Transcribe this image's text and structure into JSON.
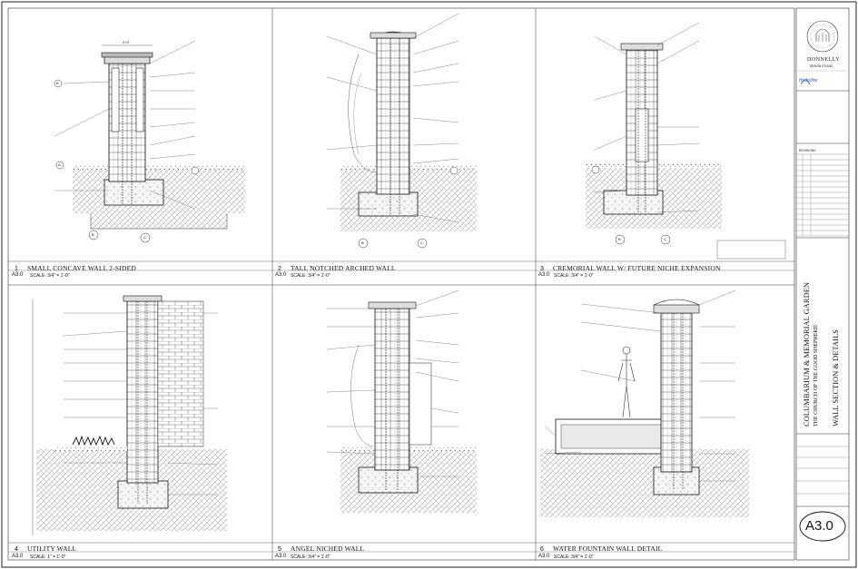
{
  "details": [
    {
      "num": "1",
      "title": "SMALL CONCAVE WALL 2-SIDED",
      "scale": "SCALE: 3/4\" = 1'-0\"",
      "sheet": "A3.0"
    },
    {
      "num": "2",
      "title": "TALL NOTCHED ARCHED WALL",
      "scale": "SCALE: 3/4\" = 1'-0\"",
      "sheet": "A3.0"
    },
    {
      "num": "3",
      "title": "CREMORIAL WALL W/ FUTURE NICHE EXPANSION",
      "scale": "SCALE: 3/4\" = 1'-0\"",
      "sheet": "A3.0"
    },
    {
      "num": "4",
      "title": "UTILITY WALL",
      "scale": "SCALE: 1\" = 1'-0\"",
      "sheet": "A3.0"
    },
    {
      "num": "5",
      "title": "ANGEL NICHED WALL",
      "scale": "SCALE: 3/4\" = 1'-0\"",
      "sheet": "A3.0"
    },
    {
      "num": "6",
      "title": "WATER FOUNTAIN WALL DETAIL",
      "scale": "SCALE: 3/4\" = 1'-0\"",
      "sheet": "A3.0"
    }
  ],
  "title_block": {
    "firm": "DONNELLY",
    "firm_sub": "DESIGN STUDIO",
    "partner": "Hydrofire",
    "project": "COLUMBARIUM & MEMORIAL GARDEN",
    "client": "THE CHURCH OF THE GOOD SHEPHERD",
    "sheet_title": "WALL SECTION & DETAILS",
    "sheet_number": "A3.0",
    "revisions_label": "REVISIONS"
  },
  "callouts": {
    "grade_a": "A",
    "grade_b": "B",
    "grade_c": "C",
    "dim": "2'-0\""
  }
}
